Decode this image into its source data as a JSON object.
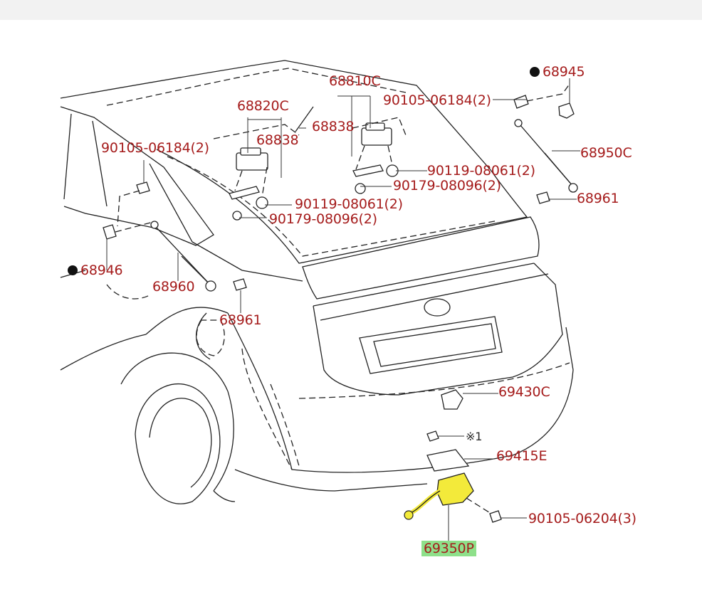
{
  "labels": {
    "p68945": "68945",
    "p68810c": "68810C",
    "p90105_06184_top": "90105-06184(2)",
    "p68820c": "68820C",
    "p68838_left": "68838",
    "p68838_right": "68838",
    "p68950c": "68950C",
    "p90105_06184_left": "90105-06184(2)",
    "p90119_08061_right": "90119-08061(2)",
    "p90179_08096_right": "90179-08096(2)",
    "p68961_right": "68961",
    "p90119_08061_left": "90119-08061(2)",
    "p90179_08096_left": "90179-08096(2)",
    "p68946": "68946",
    "p68960": "68960",
    "p68961_left": "68961",
    "p69430c": "69430C",
    "note1": "※1",
    "p69415e": "69415E",
    "p90105_06204": "90105-06204(3)",
    "p69350p": "69350P"
  },
  "colors": {
    "label_red": "#a51c1c",
    "highlight_green": "#8ee08a",
    "highlight_yellow": "#f3ea3a",
    "topbar": "#f2f2f2"
  }
}
